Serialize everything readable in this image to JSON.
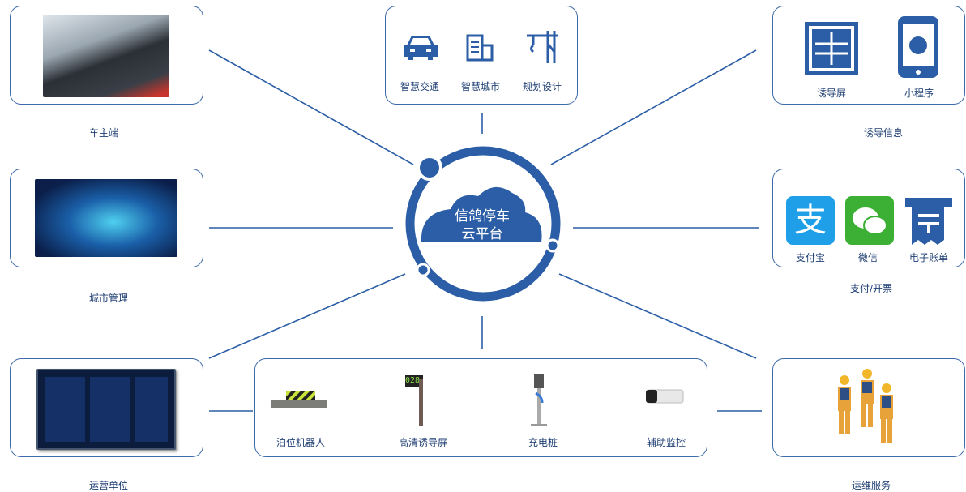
{
  "center": {
    "line1": "信鸽停车",
    "line2": "云平台"
  },
  "nodes": {
    "owner": {
      "caption": "车主端"
    },
    "city": {
      "caption": "城市管理"
    },
    "operator": {
      "caption": "运营单位"
    },
    "guidance": {
      "caption": "诱导信息",
      "items": [
        "诱导屏",
        "小程序"
      ]
    },
    "payment": {
      "caption": "支付/开票",
      "items": [
        "支付宝",
        "微信",
        "电子账单"
      ]
    },
    "maintenance": {
      "caption": "运维服务"
    },
    "smart": {
      "items": [
        "智慧交通",
        "智慧城市",
        "规划设计"
      ]
    },
    "devices": {
      "items": [
        "泊位机器人",
        "高清诱导屏",
        "充电桩",
        "辅助监控"
      ],
      "screen_number": "028"
    }
  },
  "colors": {
    "primary": "#2b5ea6",
    "alipay": "#1e9fe8",
    "wechat": "#3cb034"
  }
}
